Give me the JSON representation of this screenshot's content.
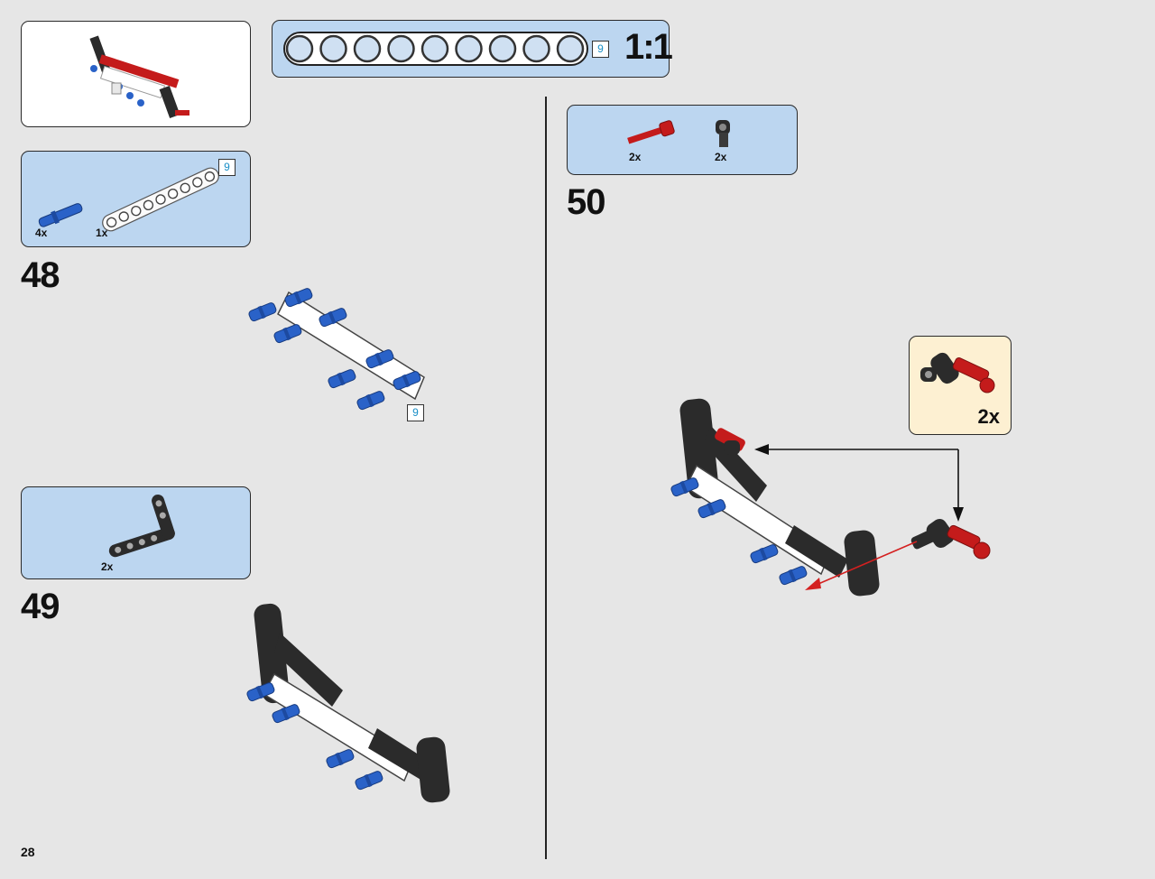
{
  "page": {
    "number": "28"
  },
  "scale_bar": {
    "length_label": "9",
    "scale_label": "1:1",
    "hole_count": 9
  },
  "steps": [
    {
      "number": "48",
      "parts": [
        {
          "name": "blue-axle-pin-icon",
          "qty": "4x"
        },
        {
          "name": "white-beam-9-icon",
          "qty": "1x",
          "length_label": "9"
        }
      ],
      "callout_label": "9"
    },
    {
      "number": "49",
      "parts": [
        {
          "name": "black-angle-beam-icon",
          "qty": "2x"
        }
      ]
    },
    {
      "number": "50",
      "parts": [
        {
          "name": "red-axle-icon",
          "qty": "2x"
        },
        {
          "name": "black-connector-icon",
          "qty": "2x"
        }
      ],
      "subassembly": {
        "qty": "2x"
      }
    }
  ],
  "colors": {
    "background": "#e6e6e6",
    "parts_panel": "#bcd6f0",
    "subassembly_panel": "#fdf0d2",
    "blue_part": "#2a62c8",
    "red_part": "#c41b1b",
    "black_part": "#2b2b2b"
  }
}
